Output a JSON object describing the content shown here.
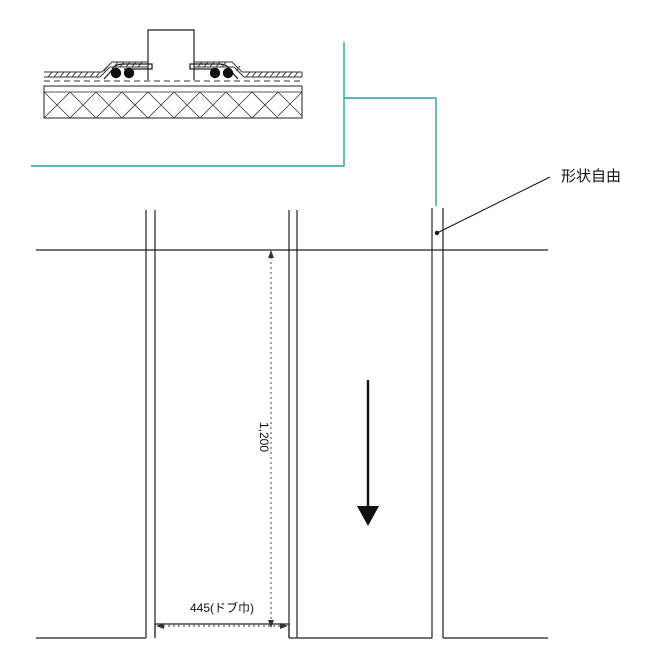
{
  "labels": {
    "free_shape": "形状自由",
    "height_dimension": "1,200",
    "width_dimension": "445(ドブ巾)"
  },
  "icons": {
    "direction": "down-arrow-icon"
  },
  "colors": {
    "line": "#222222",
    "leader": "#2a9db4",
    "hatch": "#333333"
  }
}
